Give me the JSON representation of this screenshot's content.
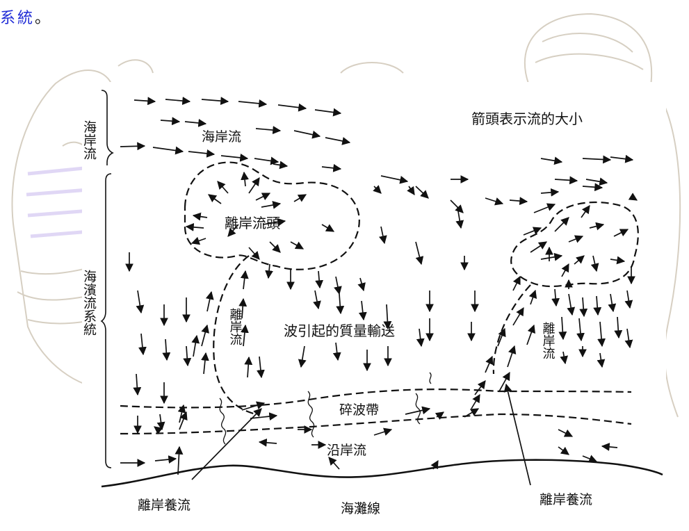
{
  "heading": {
    "text": "系統",
    "punct": "。"
  },
  "diagram": {
    "legend_note": "箭頭表示流的大小",
    "side_labels": {
      "coastal_current": "海岸流",
      "nearshore_system": "海濱流系統"
    },
    "labels": {
      "coastal_current_arrow": "海岸流",
      "rip_head": "離岸流頭",
      "rip_current_left": "離岸流",
      "rip_current_right": "離岸流",
      "mass_transport": "波引起的質量輸送",
      "surf_zone": "碎波帶",
      "longshore_current": "沿岸流",
      "feeder_current_left": "離岸養流",
      "feeder_current_right": "離岸養流",
      "shoreline": "海灘線"
    }
  },
  "colors": {
    "heading": "#1f2bd6",
    "ink": "#111111",
    "background_sketch": "#c9bfae"
  }
}
